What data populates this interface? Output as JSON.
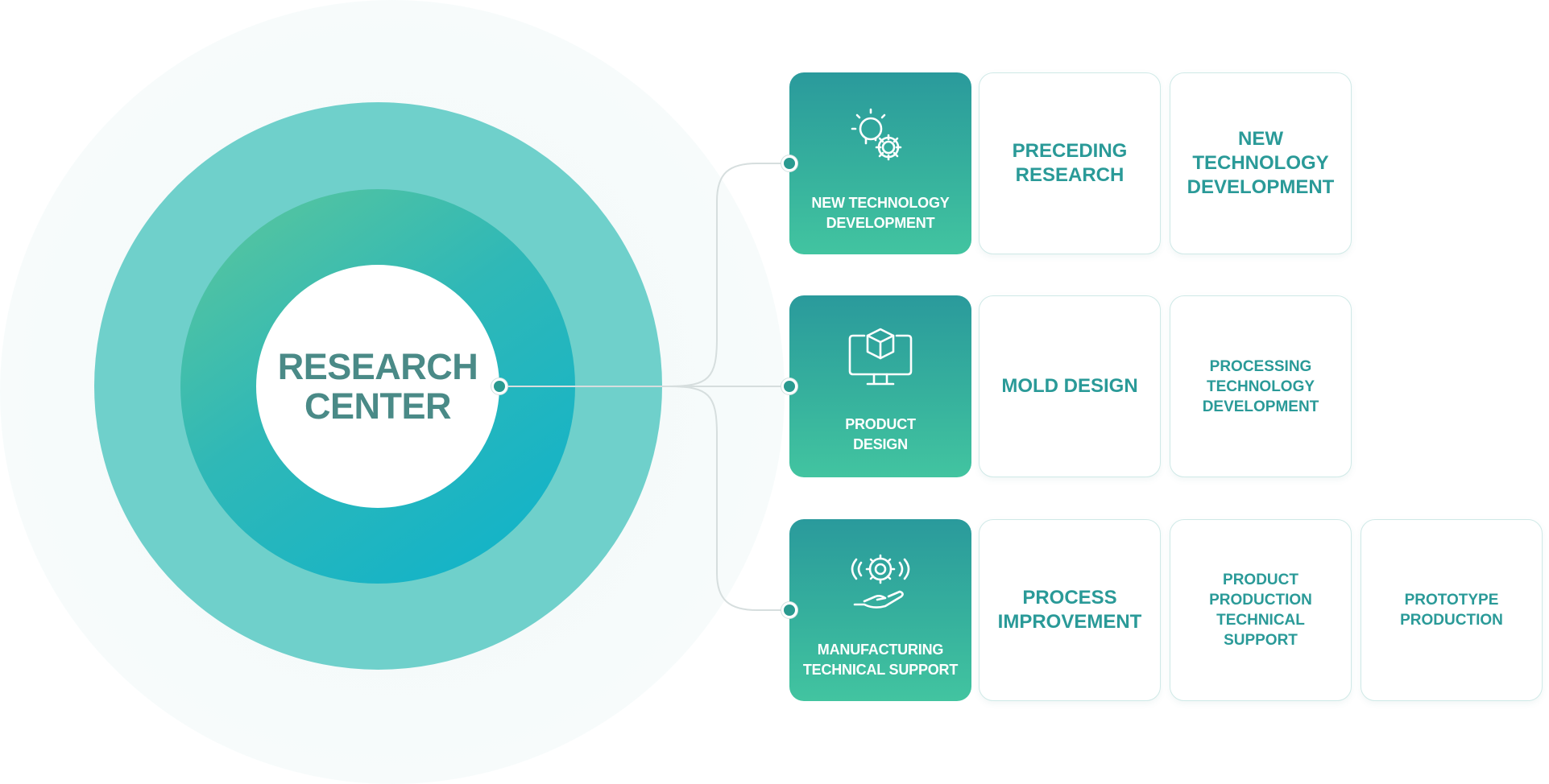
{
  "center": {
    "title": "RESEARCH\nCENTER"
  },
  "categories": [
    {
      "label": "NEW TECHNOLOGY\nDEVELOPMENT",
      "icon": "idea-gear-icon",
      "items": [
        {
          "label": "PRECEDING\nRESEARCH"
        },
        {
          "label": "NEW\nTECHNOLOGY\nDEVELOPMENT"
        }
      ]
    },
    {
      "label": "PRODUCT\nDESIGN",
      "icon": "monitor-cube-icon",
      "items": [
        {
          "label": "MOLD DESIGN"
        },
        {
          "label": "PROCESSING\nTECHNOLOGY\nDEVELOPMENT"
        }
      ]
    },
    {
      "label": "MANUFACTURING\nTECHNICAL SUPPORT",
      "icon": "hand-gear-icon",
      "items": [
        {
          "label": "PROCESS\nIMPROVEMENT"
        },
        {
          "label": "PRODUCT\nPRODUCTION\nTECHNICAL\nSUPPORT"
        },
        {
          "label": "PROTOTYPE\nPRODUCTION"
        }
      ]
    }
  ],
  "colors": {
    "teal_dark": "#2a9a9c",
    "teal_light": "#42c4a0",
    "ring_outer": "#6fd0cb",
    "center_text": "#4a8a87",
    "box_text": "#2a9a98"
  }
}
